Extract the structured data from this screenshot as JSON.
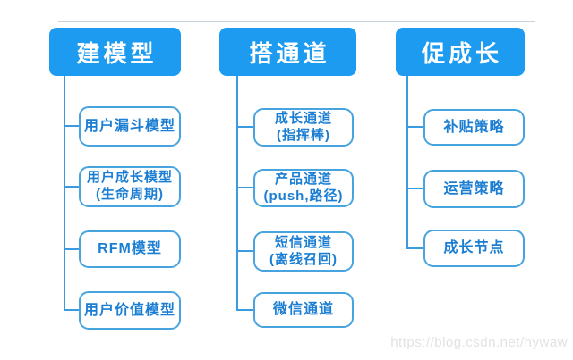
{
  "colors": {
    "header_fill": "#1c9bf0",
    "header_text": "#ffffff",
    "node_border": "#48a4df",
    "node_text": "#1b7ed3",
    "connector": "#3a9be0",
    "parent_rail": "#c6d3de",
    "watermark_text_color": "#e2e2e2"
  },
  "diagram": {
    "columns": [
      {
        "header": "建模型",
        "children": [
          {
            "lines": [
              "用户漏斗模型"
            ]
          },
          {
            "lines": [
              "用户成长模型",
              "(生命周期)"
            ]
          },
          {
            "lines": [
              "RFM模型"
            ]
          },
          {
            "lines": [
              "用户价值模型"
            ]
          }
        ]
      },
      {
        "header": "搭通道",
        "children": [
          {
            "lines": [
              "成长通道",
              "(指挥棒)"
            ]
          },
          {
            "lines": [
              "产品通道",
              "(push,路径)"
            ]
          },
          {
            "lines": [
              "短信通道",
              "(离线召回)"
            ]
          },
          {
            "lines": [
              "微信通道"
            ]
          }
        ]
      },
      {
        "header": "促成长",
        "children": [
          {
            "lines": [
              "补贴策略"
            ]
          },
          {
            "lines": [
              "运营策略"
            ]
          },
          {
            "lines": [
              "成长节点"
            ]
          }
        ]
      }
    ]
  },
  "watermark": {
    "text": "https://blog.csdn.net/hywaw"
  }
}
